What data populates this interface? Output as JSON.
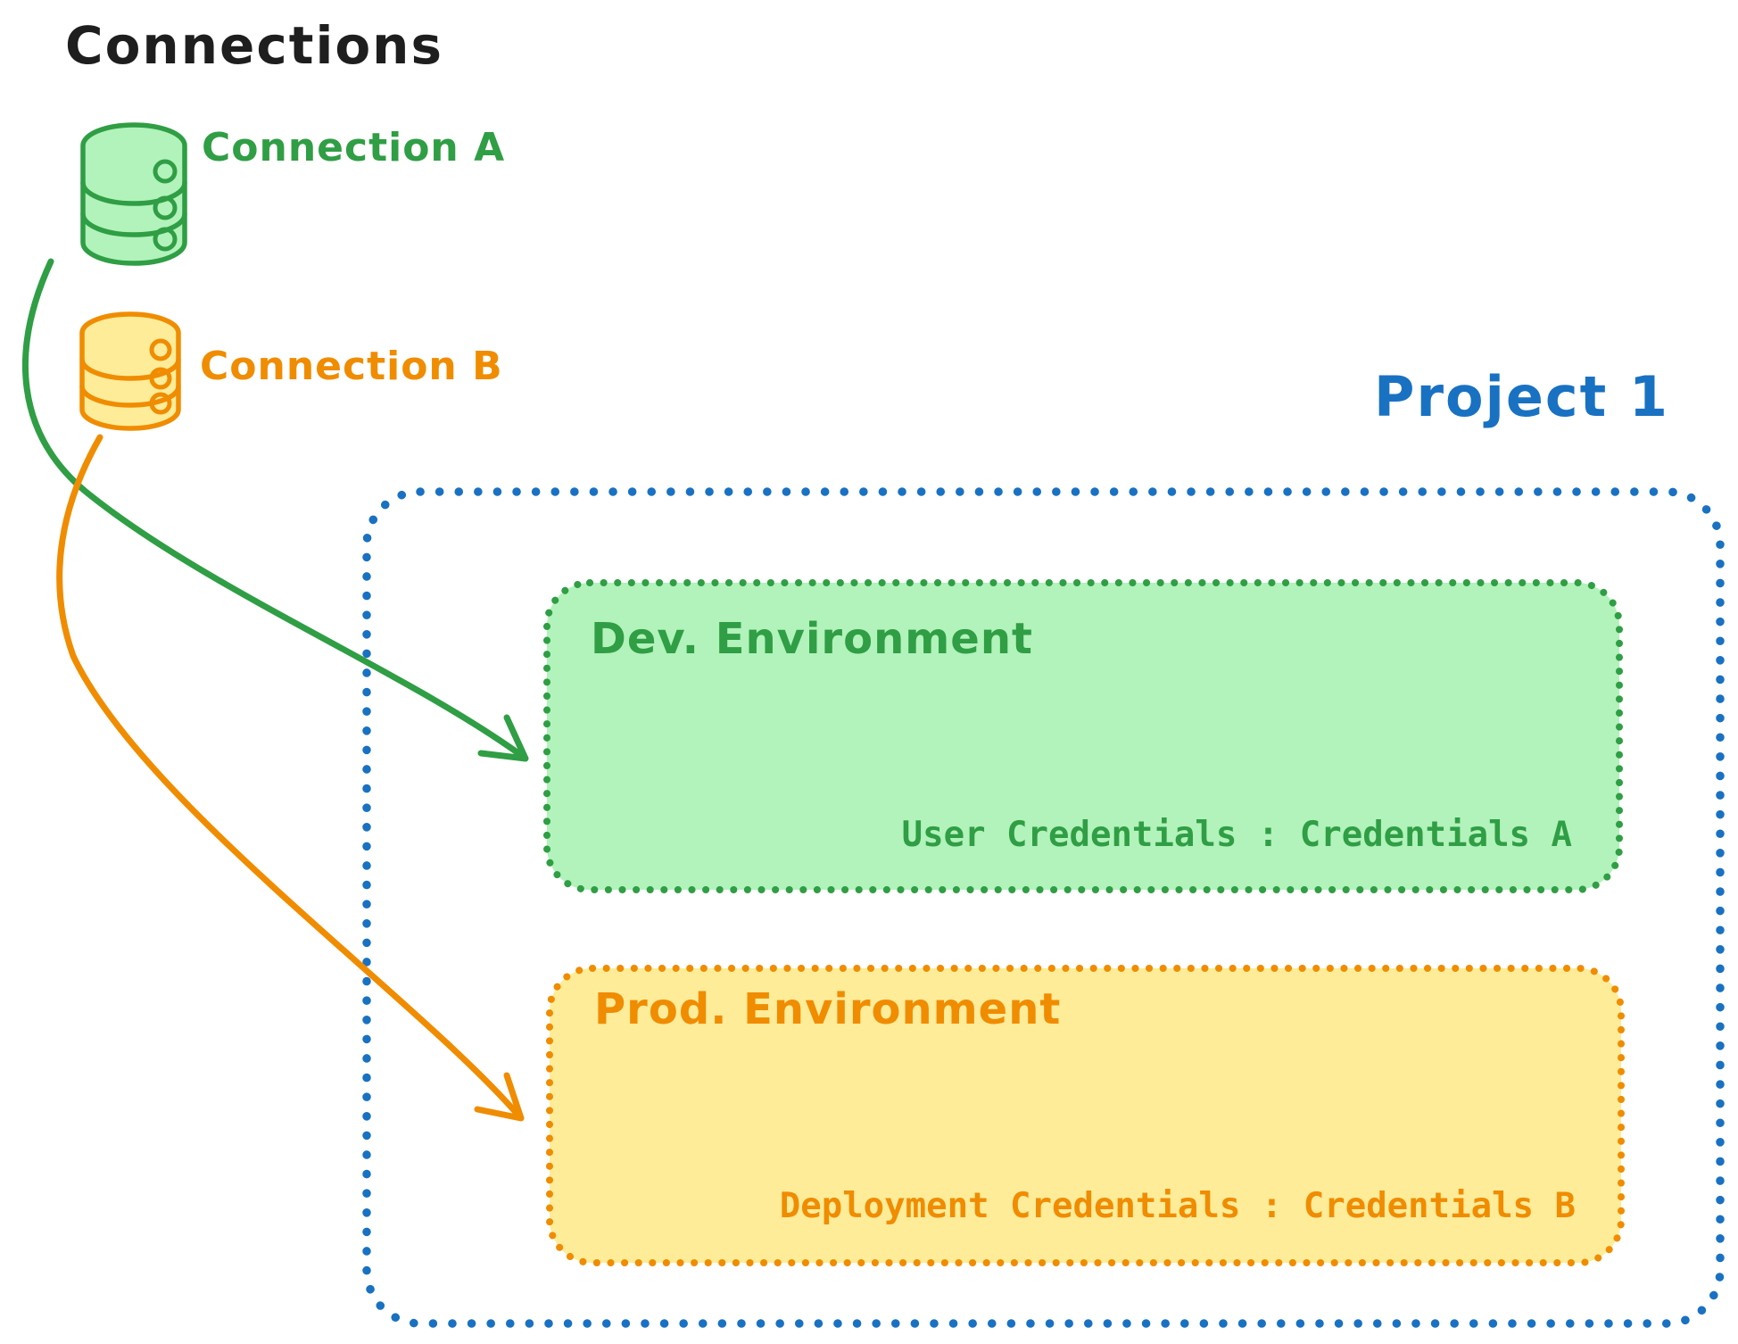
{
  "colors": {
    "ink": "#1e1e1e",
    "green": "#2f9e44",
    "green_fill": "#b2f2bb",
    "orange": "#f08c00",
    "orange_fill": "#ffec99",
    "blue": "#1971c2"
  },
  "title": "Connections",
  "connections": [
    {
      "label": "Connection A",
      "icon": "database-icon",
      "color": "#2f9e44"
    },
    {
      "label": "Connection B",
      "icon": "database-icon",
      "color": "#f08c00"
    }
  ],
  "project": {
    "label": "Project 1",
    "color": "#1971c2",
    "environments": [
      {
        "title": "Dev. Environment",
        "credentials": "User Credentials : Credentials A",
        "accent": "#2f9e44",
        "fill": "#b2f2bb"
      },
      {
        "title": "Prod. Environment",
        "credentials": "Deployment Credentials : Credentials B",
        "accent": "#f08c00",
        "fill": "#ffec99"
      }
    ]
  }
}
